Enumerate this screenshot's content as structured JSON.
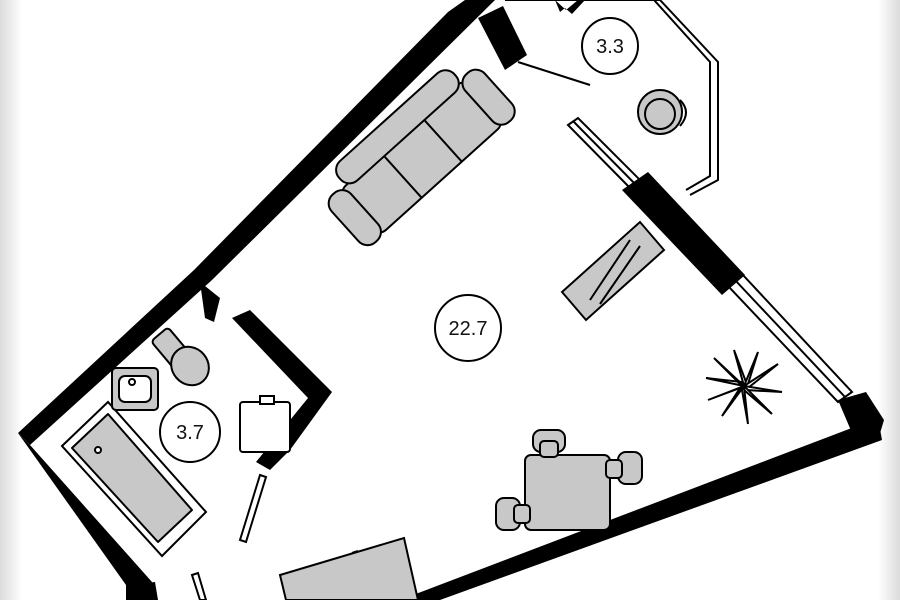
{
  "plan": {
    "rooms": [
      {
        "id": "balcony",
        "area": "3.3"
      },
      {
        "id": "main-room",
        "area": "22.7"
      },
      {
        "id": "bathroom",
        "area": "3.7"
      }
    ]
  },
  "colors": {
    "wall": "#000000",
    "furniture": "#c8c8c8",
    "outline": "#1a1a1a",
    "background": "#ffffff"
  }
}
